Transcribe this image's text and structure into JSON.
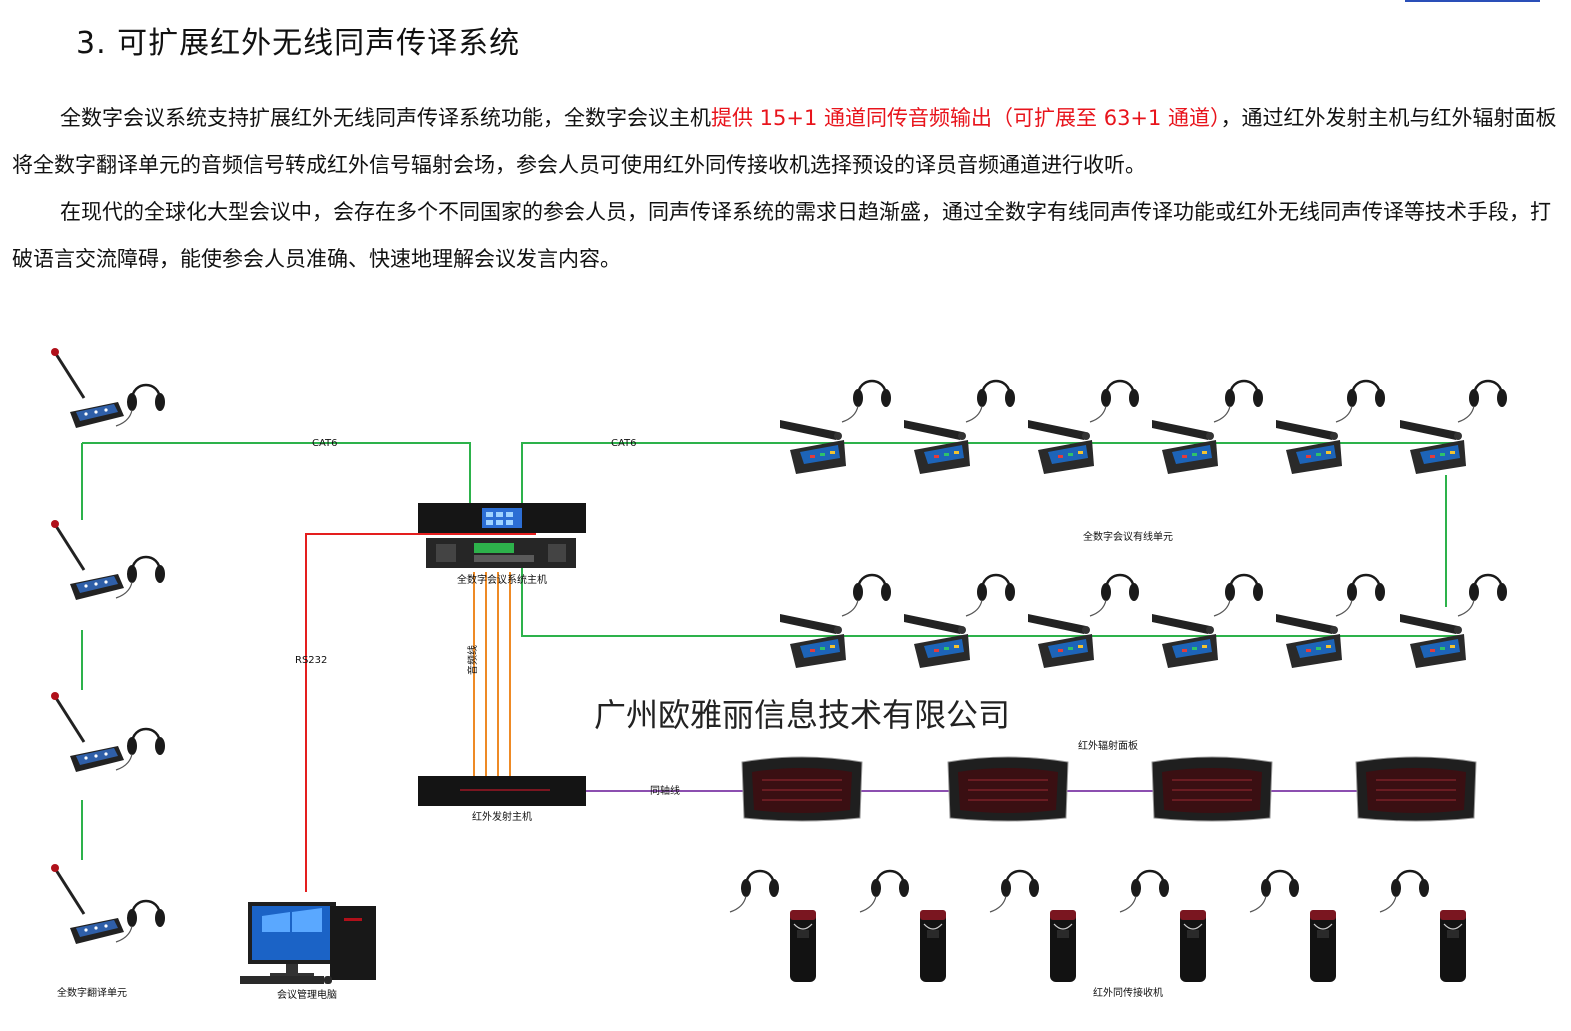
{
  "heading": "3. 可扩展红外无线同声传译系统",
  "paragraph1": {
    "before": "全数字会议系统支持扩展红外无线同声传译系统功能，全数字会议主机",
    "highlight": "提供 15+1 通道同传音频输出（可扩展至 63+1 通道）",
    "after": "，通过红外发射主机与红外辐射面板将全数字翻译单元的音频信号转成红外信号辐射会场，参会人员可使用红外同传接收机选择预设的译员音频通道进行收听。"
  },
  "paragraph2": "在现代的全球化大型会议中，会存在多个不同国家的参会人员，同声传译系统的需求日趋渐盛，通过全数字有线同声传译功能或红外无线同声传译等技术手段，打破语言交流障碍，能使参会人员准确、快速地理解会议发言内容。",
  "colors": {
    "highlight": "#e8141c",
    "cat6": "#2db24b",
    "rs232": "#e41e1e",
    "audio": "#ee8a25",
    "coax": "#8c4fb0"
  },
  "diagram": {
    "cable_cat6_left": "CAT6",
    "cable_cat6_right": "CAT6",
    "cable_rs232": "RS232",
    "cable_audio": "音频线",
    "cable_coax": "同轴线",
    "host_label": "全数字会议系统主机",
    "wired_units_label": "全数字会议有线单元",
    "ir_panel_label": "红外辐射面板",
    "ir_transmitter_label": "红外发射主机",
    "receiver_label": "红外同传接收机",
    "translation_unit_label": "全数字翻译单元",
    "pc_label": "会议管理电脑",
    "company_name": "广州欧雅丽信息技术有限公司"
  }
}
